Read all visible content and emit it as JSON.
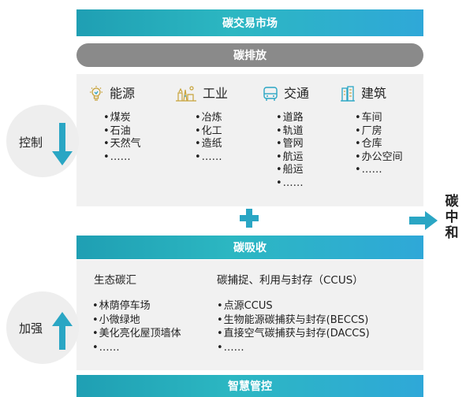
{
  "banners": {
    "market": "碳交易市场",
    "emission": "碳排放",
    "absorption": "碳吸收",
    "smart": "智慧管控"
  },
  "side": {
    "control": "控制",
    "strengthen": "加强"
  },
  "emission_columns": [
    {
      "title": "能源",
      "icon": "lightbulb-icon",
      "items": [
        "煤炭",
        "石油",
        "天然气",
        "……"
      ]
    },
    {
      "title": "工业",
      "icon": "factory-icon",
      "items": [
        "冶炼",
        "化工",
        "造纸",
        "……"
      ]
    },
    {
      "title": "交通",
      "icon": "bus-icon",
      "items": [
        "道路",
        "轨道",
        "管网",
        "航运",
        "船运",
        "……"
      ]
    },
    {
      "title": "建筑",
      "icon": "building-icon",
      "items": [
        "车间",
        "厂房",
        "仓库",
        "办公空间",
        "……"
      ]
    }
  ],
  "absorption_columns": [
    {
      "title": "生态碳汇",
      "items": [
        "林荫停车场",
        "小微绿地",
        "美化亮化屋顶墙体",
        "……"
      ]
    },
    {
      "title": "碳捕捉、利用与封存（CCUS）",
      "items": [
        "点源CCUS",
        "生物能源碳捕获与封存(BECCS)",
        "直接空气碳捕获与封存(DACCS)",
        "……"
      ]
    }
  ],
  "result": [
    "碳",
    "中",
    "和"
  ],
  "colors": {
    "teal": "#2aaabf",
    "gray_banner": "#8a8a8a",
    "panel": "#f1f1f1",
    "arrow": "#2aa6c4"
  }
}
